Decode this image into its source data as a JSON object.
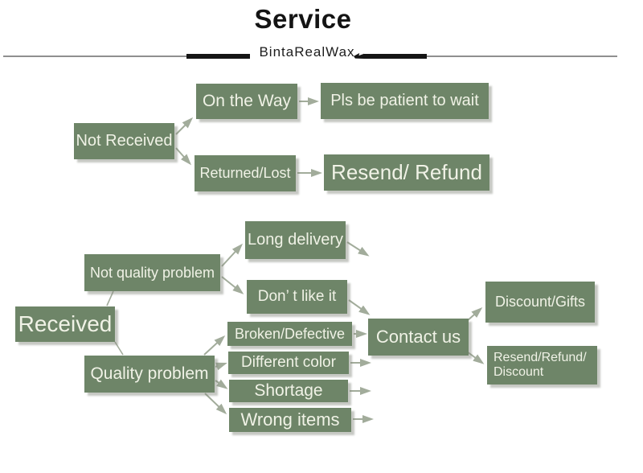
{
  "header": {
    "title": "Service",
    "brand": "BintaRealWax"
  },
  "nodes": {
    "not_received": "Not Received",
    "on_the_way": "On the Way",
    "pls_wait": "Pls be patient to wait",
    "returned_lost": "Returned/Lost",
    "resend_refund": "Resend/ Refund",
    "received": "Received",
    "not_quality_problem": "Not quality problem",
    "long_delivery": "Long delivery",
    "dont_like_it": "Don’ t like it",
    "quality_problem": "Quality problem",
    "broken_defective": "Broken/Defective",
    "different_color": "Different color",
    "shortage": "Shortage",
    "wrong_items": "Wrong items",
    "contact_us": "Contact us",
    "discount_gifts": "Discount/Gifts",
    "resend_refund_discount": "Resend/Refund/\nDiscount"
  },
  "edges": [
    {
      "from": "not_received",
      "to": "on_the_way"
    },
    {
      "from": "not_received",
      "to": "returned_lost"
    },
    {
      "from": "on_the_way",
      "to": "pls_wait"
    },
    {
      "from": "returned_lost",
      "to": "resend_refund"
    },
    {
      "from": "received",
      "to": "not_quality_problem"
    },
    {
      "from": "received",
      "to": "quality_problem"
    },
    {
      "from": "not_quality_problem",
      "to": "long_delivery"
    },
    {
      "from": "not_quality_problem",
      "to": "dont_like_it"
    },
    {
      "from": "long_delivery",
      "to": "contact_us"
    },
    {
      "from": "dont_like_it",
      "to": "contact_us"
    },
    {
      "from": "quality_problem",
      "to": "broken_defective"
    },
    {
      "from": "quality_problem",
      "to": "different_color"
    },
    {
      "from": "quality_problem",
      "to": "shortage"
    },
    {
      "from": "quality_problem",
      "to": "wrong_items"
    },
    {
      "from": "broken_defective",
      "to": "contact_us"
    },
    {
      "from": "different_color",
      "to": "contact_us"
    },
    {
      "from": "shortage",
      "to": "contact_us"
    },
    {
      "from": "wrong_items",
      "to": "contact_us"
    },
    {
      "from": "contact_us",
      "to": "discount_gifts"
    },
    {
      "from": "contact_us",
      "to": "resend_refund_discount"
    }
  ],
  "colors": {
    "box": "#6e8568",
    "box_text": "#f0f2e6",
    "arrow": "#a2ac9b",
    "divider_thin": "#8f8f8f",
    "divider_thick": "#151515",
    "title_text": "#141414"
  }
}
